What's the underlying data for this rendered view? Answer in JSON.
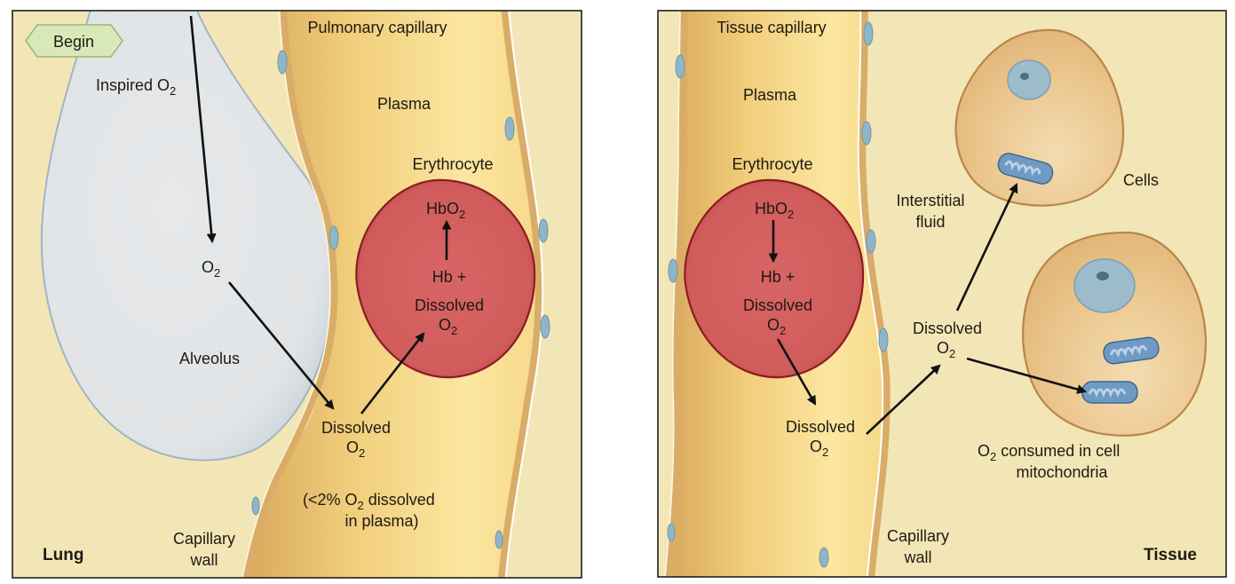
{
  "colors": {
    "background_tissue": "#f3e6b6",
    "alveolus": "#dfe3e6",
    "alveolus_edge": "#9fb6c2",
    "plasma_light": "#fbe39a",
    "plasma_dark": "#d9a85c",
    "capillary_wall": "#dcb06a",
    "endothelial_nucleus": "#8fb6c8",
    "erythrocyte": "#d45f5f",
    "erythrocyte_edge": "#8b1c22",
    "cell": "#e9c488",
    "cell_edge": "#b8864a",
    "mitochondrion": "#6f9ac4",
    "begin_badge": "#d9e8b8",
    "begin_badge_edge": "#9cb57a"
  },
  "lung_panel": {
    "begin_label": "Begin",
    "inspired_o2": {
      "text": "Inspired O",
      "sub": "2"
    },
    "o2": {
      "text": "O",
      "sub": "2"
    },
    "alveolus": "Alveolus",
    "pulmonary_capillary": "Pulmonary capillary",
    "plasma": "Plasma",
    "erythrocyte": "Erythrocyte",
    "hbo2": {
      "text": "HbO",
      "sub": "2"
    },
    "hb_plus": "Hb +",
    "rbc_dissolved": "Dissolved",
    "rbc_o2": {
      "text": "O",
      "sub": "2"
    },
    "plasma_dissolved": "Dissolved",
    "plasma_o2": {
      "text": "O",
      "sub": "2"
    },
    "note_line1_pre": "(<2% O",
    "note_line1_sub": "2",
    "note_line1_post": " dissolved",
    "note_line2": "in plasma)",
    "capillary_wall_1": "Capillary",
    "capillary_wall_2": "wall",
    "corner_label": "Lung"
  },
  "tissue_panel": {
    "tissue_capillary": "Tissue capillary",
    "plasma": "Plasma",
    "erythrocyte": "Erythrocyte",
    "hbo2": {
      "text": "HbO",
      "sub": "2"
    },
    "hb_plus": "Hb +",
    "rbc_dissolved": "Dissolved",
    "rbc_o2": {
      "text": "O",
      "sub": "2"
    },
    "plasma_dissolved": "Dissolved",
    "plasma_o2": {
      "text": "O",
      "sub": "2"
    },
    "interstitial_1": "Interstitial",
    "interstitial_2": "fluid",
    "fluid_dissolved": "Dissolved",
    "fluid_o2": {
      "text": "O",
      "sub": "2"
    },
    "cells": "Cells",
    "consumed_line1_pre": "O",
    "consumed_line1_sub": "2",
    "consumed_line1_post": " consumed in cell",
    "consumed_line2": "mitochondria",
    "capillary_wall_1": "Capillary",
    "capillary_wall_2": "wall",
    "corner_label": "Tissue"
  }
}
